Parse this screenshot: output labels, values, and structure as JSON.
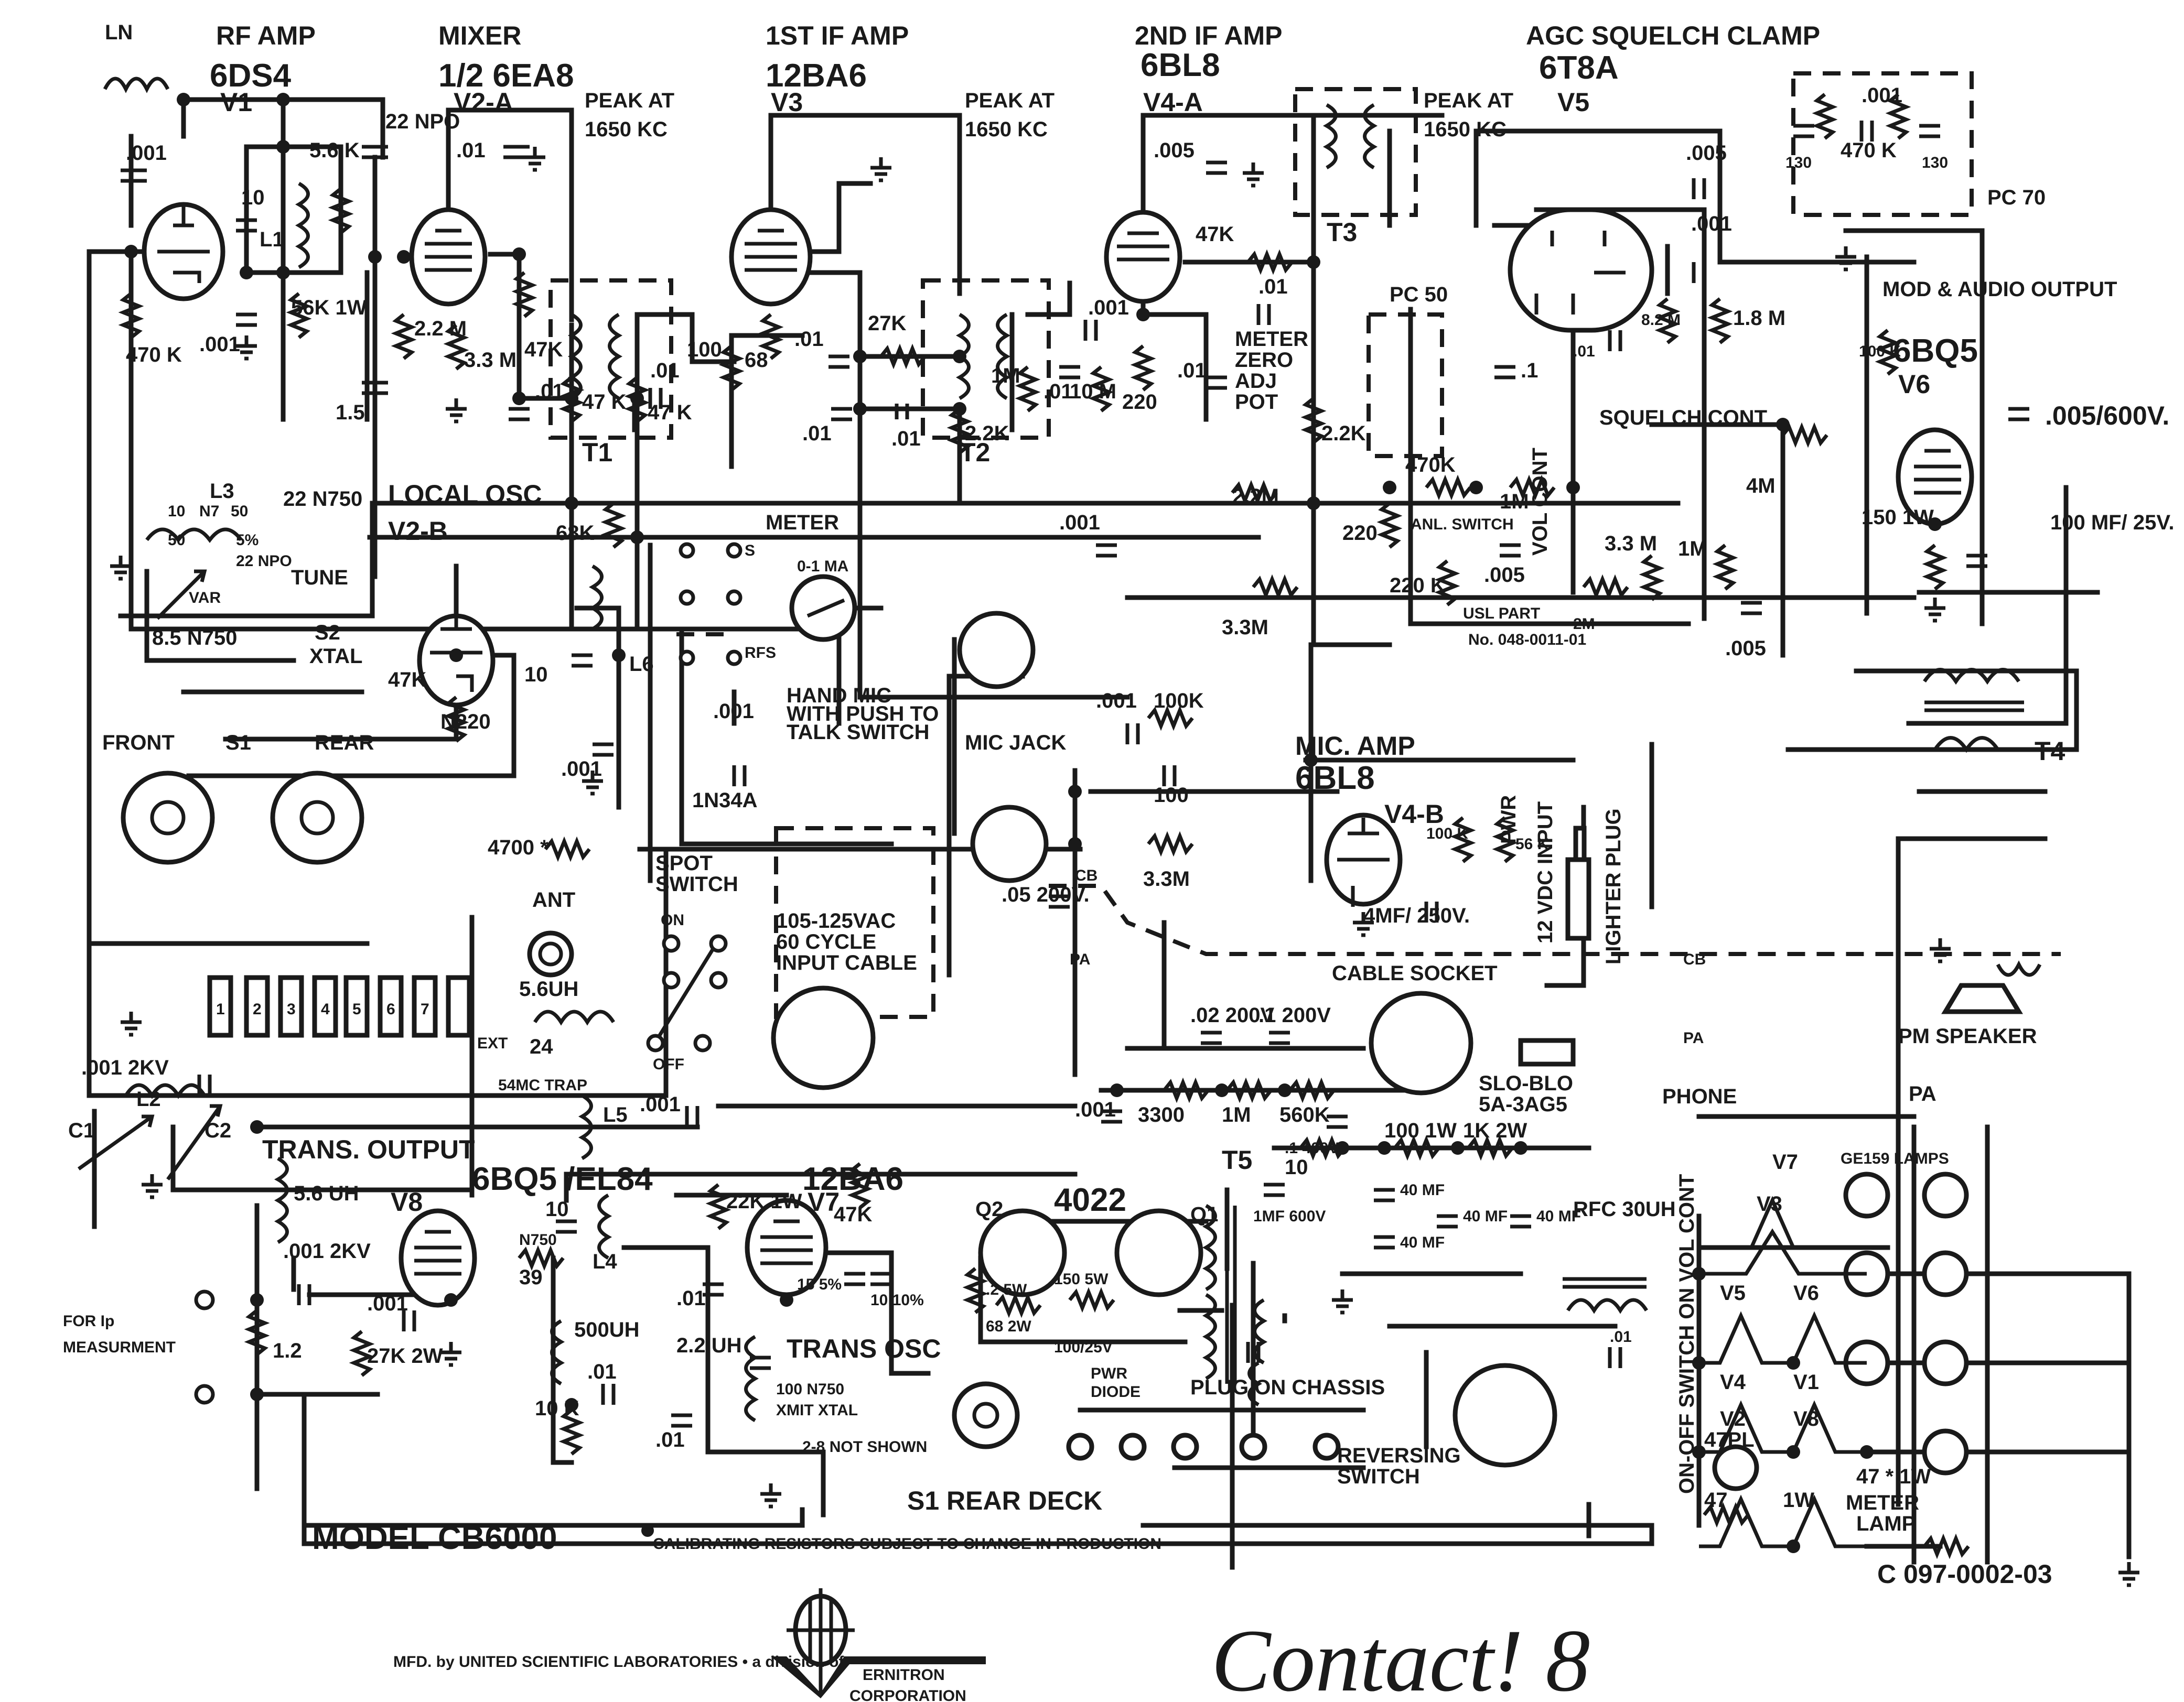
{
  "title": {
    "model": "MODEL CB6000",
    "calibration_note": "CALIBRATING RESISTORS SUBJECT TO CHANGE IN PRODUCTION",
    "drawing_number": "C 097-0002-03",
    "brand": "Contact! 8",
    "manufacturer_line": "MFD. by UNITED SCIENTIFIC LABORATORIES • a division of",
    "logo_text_1": "ERNITRON",
    "logo_text_2": "CORPORATION"
  },
  "stages": {
    "rf_amp": {
      "name": "RF AMP",
      "tube": "6DS4",
      "ref": "V1"
    },
    "mixer": {
      "name": "MIXER",
      "tube": "1/2 6EA8",
      "ref": "V2-A"
    },
    "if1": {
      "name": "1ST IF AMP",
      "tube": "12BA6",
      "ref": "V3"
    },
    "if2": {
      "name": "2ND IF AMP",
      "tube": "6BL8",
      "ref": "V4-A"
    },
    "agc": {
      "name": "AGC SQUELCH CLAMP",
      "tube": "6T8A",
      "ref": "V5"
    },
    "audio": {
      "name": "MOD & AUDIO OUTPUT",
      "tube": "6BQ5",
      "ref": "V6"
    },
    "local_osc": {
      "name": "LOCAL OSC",
      "ref": "V2-B"
    },
    "mic_amp": {
      "name": "MIC. AMP",
      "tube": "6BL8",
      "ref": "V4-B"
    },
    "trans_output": {
      "name": "TRANS. OUTPUT",
      "tube": "6BQ5 /EL84",
      "ref": "V8"
    },
    "trans_osc": {
      "name": "TRANS OSC",
      "tube": "12BA6",
      "ref": "V7"
    }
  },
  "peak_labels": {
    "t1": [
      "PEAK AT",
      "1650 KC"
    ],
    "t2": [
      "PEAK AT",
      "1650 KC"
    ],
    "t3": [
      "PEAK AT",
      "1650 KC"
    ]
  },
  "transformers": {
    "t1": "T1",
    "t2": "T2",
    "t3": "T3",
    "t4": "T4",
    "t5": "T5",
    "pc50": "PC 50",
    "pc70": "PC 70"
  },
  "components": {
    "ln": "LN",
    "c_001_in": ".001",
    "c_10": "10",
    "l1": "L1",
    "r_5_6k": "5.6 K",
    "r_56k": "56K 1W",
    "r_470k": "470 K",
    "c_001_cath": ".001",
    "c_22npo": "22 NPO",
    "c_01_mix": ".01",
    "r_2_2m": "2.2 M",
    "r_3_3m": "3.3 M",
    "r_47k_a": "47K",
    "c_01_a": ".01",
    "r_47k_b": "47 K",
    "c_01_b": ".01",
    "r_47k_c": "47 K",
    "c_1_5": "1.5",
    "r_100": "100",
    "r_68": "68",
    "c_01_v3": ".01",
    "r_27k": "27K",
    "c_01_c": ".01",
    "c_01_d": ".01",
    "r_2_2k": "2.2K",
    "r_1m": "1M",
    "c_01_e": ".01",
    "r_10m": "10 M",
    "c_001_v4": ".001",
    "r_220": "220",
    "c_01_meter": ".01",
    "meter_zero": [
      "METER",
      "ZERO",
      "ADJ",
      "POT"
    ],
    "c_005_v4": ".005",
    "r_47k_v4": "47K",
    "c_01_v4": ".01",
    "r_2_2k_b": "2.2K",
    "r_470k_anl": "470K",
    "r_1m_anl": "1M",
    "anl_switch": "ANL.   SWITCH",
    "r_220_b": "220",
    "r_220k": "220 K",
    "c_005_b": ".005",
    "usl_part": "USL PART",
    "usl_no": "No. 048-0011-01",
    "vol_cont": "VOL CONT",
    "r_2m": "2M",
    "c_005_agc": ".005",
    "c_001_agc": ".001",
    "r_8_2m": "8.2 M",
    "r_1_8m": "1.8 M",
    "c_01_agc": ".01",
    "c_1": ".1",
    "c_001_pc70": ".001",
    "c_130a": "130",
    "c_130b": "130",
    "r_470k_pc70": "470 K",
    "squelch_cont": "SQUELCH CONT",
    "r_4m": "4M",
    "r_3_3m_b": "3.3 M",
    "r_1m_b": "1M",
    "c_005_c": ".005",
    "r_100k_v6": "100 K",
    "c_005_600v": ".005/600V.",
    "r_150": "150 1W",
    "c_100mf": "100 MF/ 25V.",
    "r_2_2m_b": "2.2M",
    "r_3_3m_c": "3.3M",
    "c_001_f": ".001",
    "l3": "L3",
    "c_22_n750": "22 N750",
    "c_10_b": "10",
    "c_n7": "N7",
    "c_50": "50",
    "c_50_b": "50",
    "pct_5": "5%",
    "c_22npo_b": "22 NPO",
    "var": "VAR",
    "c_8_5": "8.5 N750",
    "tune": "TUNE",
    "s2": "S2",
    "xtal": "XTAL",
    "r_47k_osc": "47K",
    "n220": "N220",
    "c_10_osc": "10",
    "l6": "L6",
    "r_68k": "68K",
    "c_001_osc": ".001",
    "front": "FRONT",
    "s1": "S1",
    "rear": "REAR",
    "r_4700": "4700 *",
    "ant": "ANT",
    "l_5_6uh": "5.6UH",
    "ext": "EXT",
    "c_24": "24",
    "trap": "54MC TRAP",
    "l5": "L5",
    "c_001_2kv": ".001 2KV",
    "l2": "L2",
    "c1": "C1",
    "c2": "C2",
    "l_5_6uh_b": "5.6 UH",
    "c_001_2kv_b": ".001 2KV",
    "c_001_g": ".001",
    "r_27k_2w": "27K 2W",
    "r_1_2": "1.2",
    "ip_meas": [
      "FOR Ip",
      "MEASURMENT"
    ],
    "r_39": "39",
    "n750": "N750",
    "c_10_v8": "10",
    "l4": "L4",
    "l_500uh": "500UH",
    "c_01_h": ".01",
    "r_10k": "10 K",
    "c_01_i": ".01",
    "c_001_h": ".001",
    "r_22k": "22K 1W",
    "r_47k_v7": "47K",
    "c_01_v7": ".01",
    "l_2_2uh": "2.2 UH",
    "c_15": "15 5%",
    "c_10_v7": "10 10%",
    "c_100_n750": "100 N750",
    "xmit_xtal": "XMIT XTAL",
    "not_shown": "2-8 NOT SHOWN",
    "s1_rear_deck": "S1 REAR DECK",
    "meter": "METER",
    "meter_range": "0-1 MA",
    "s": "S",
    "rfs": "RFS",
    "c_001_j": ".001",
    "hand_mic": [
      "HAND MIC",
      "WITH PUSH TO",
      "TALK SWITCH"
    ],
    "diode": "1N34A",
    "spot_switch": [
      "SPOT",
      "SWITCH"
    ],
    "on": "ON",
    "off": "OFF",
    "ac_input": [
      "105-125VAC",
      "60 CYCLE",
      "INPUT CABLE"
    ],
    "mic_jack": "MIC JACK",
    "c_001_k": ".001",
    "r_100k": "100K",
    "c_100": "100",
    "r_3_3m_d": "3.3M",
    "c_05": ".05 200V.",
    "cb": "CB",
    "pa": "PA",
    "r_100k_b": "100 K",
    "r_56k_b": "56 K",
    "pwr": "PWR",
    "c_4mf": "4MF/ 250V.",
    "dc_input": "12 VDC INPUT",
    "lighter_plug": "LIGHTER PLUG",
    "cable_socket": "CABLE SOCKET",
    "c_02": ".02 200V",
    "c_1_b": ".1 200V",
    "slo_blo": [
      "SLO-BLO",
      "5A-3AG5"
    ],
    "c_001_l": ".001",
    "r_3300": "3300",
    "r_1m_c": "1M",
    "r_560k": "560K",
    "c_1_400v": ".1 400V",
    "r_10": "10",
    "c_1mf": "1MF 600V",
    "r_100_1w": "100 1W",
    "r_1k_2w": "1K 2W",
    "c_40mf_a": "40 MF",
    "c_40mf_b": "40 MF",
    "c_40mf_c": "40 MF",
    "c_40mf_d": "40 MF",
    "rfc": "RFC 30UH",
    "transistors": "4022",
    "q1": "Q1",
    "q2": "Q2",
    "r_0_2": ".2 5W",
    "r_150_5w": "150 5W",
    "r_68_2w": "68 2W",
    "c_100_25v": "100/25V",
    "pwr_diode": [
      "PWR",
      "DIODE"
    ],
    "plug_chassis": "PLUG ON CHASSIS",
    "reversing": [
      "REVERSING",
      "SWITCH"
    ],
    "phone": "PHONE",
    "pm_speaker": "PM SPEAKER",
    "pa_b": "PA",
    "on_off": "ON-OFF SWITCH ON VOL CONT",
    "lamps": "GE159 LAMPS",
    "meter_lamp": [
      "METER",
      "LAMP"
    ],
    "r_47_1w": "47 * 1W",
    "c_47pl": "47PL",
    "r_47_b": "47",
    "r_1w_b": "1W",
    "c_01_m": ".01",
    "heaters": [
      "V7",
      "V3",
      "V5",
      "V6",
      "V4",
      "V1",
      "V2",
      "V8"
    ],
    "crystals": [
      "1",
      "2",
      "3",
      "4",
      "5",
      "6",
      "7"
    ]
  }
}
